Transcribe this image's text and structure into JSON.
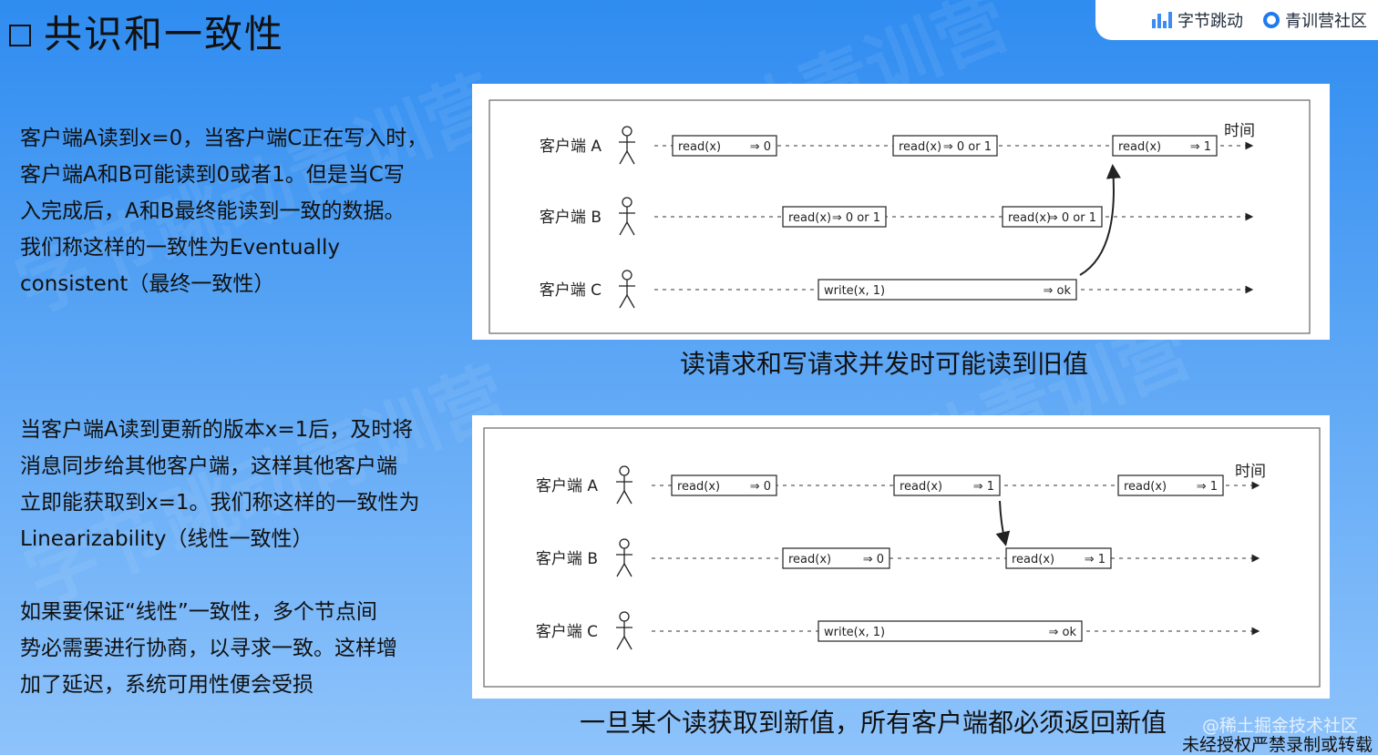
{
  "title": "共识和一致性",
  "brand": {
    "left_label": "字节跳动",
    "right_label": "青训营社区"
  },
  "paragraphs": {
    "eventual": [
      "客户端A读到x=0，当客户端C正在写入时，",
      "客户端A和B可能读到0或者1。但是当C写",
      "入完成后，A和B最终能读到一致的数据。",
      "我们称这样的一致性为Eventually",
      "consistent（最终一致性）"
    ],
    "linear": [
      "当客户端A读到更新的版本x=1后，及时将",
      "消息同步给其他客户端，这样其他客户端",
      "立即能获取到x=1。我们称这样的一致性为",
      "Linearizability（线性一致性）"
    ],
    "cost": [
      "如果要保证“线性”一致性，多个节点间",
      "势必需要进行协商，以寻求一致。这样增",
      "加了延迟，系统可用性便会受损"
    ]
  },
  "diagram1": {
    "time_label": "时间",
    "clients": [
      "客户端 A",
      "客户端 B",
      "客户端 C"
    ],
    "ops": [
      {
        "row": 0,
        "op": "read(x)",
        "result": "⇒ 0"
      },
      {
        "row": 0,
        "op": "read(x)",
        "result": "⇒ 0 or 1"
      },
      {
        "row": 0,
        "op": "read(x)",
        "result": "⇒ 1"
      },
      {
        "row": 1,
        "op": "read(x)",
        "result": "⇒ 0 or 1"
      },
      {
        "row": 1,
        "op": "read(x)",
        "result": "⇒ 0 or 1"
      },
      {
        "row": 2,
        "op": "write(x, 1)",
        "result": "⇒ ok"
      }
    ],
    "caption": "读请求和写请求并发时可能读到旧值"
  },
  "diagram2": {
    "time_label": "时间",
    "clients": [
      "客户端 A",
      "客户端 B",
      "客户端 C"
    ],
    "ops": [
      {
        "row": 0,
        "op": "read(x)",
        "result": "⇒ 0"
      },
      {
        "row": 0,
        "op": "read(x)",
        "result": "⇒ 1"
      },
      {
        "row": 0,
        "op": "read(x)",
        "result": "⇒ 1"
      },
      {
        "row": 1,
        "op": "read(x)",
        "result": "⇒ 0"
      },
      {
        "row": 1,
        "op": "read(x)",
        "result": "⇒ 1"
      },
      {
        "row": 2,
        "op": "write(x, 1)",
        "result": "⇒ ok"
      }
    ],
    "caption": "一旦某个读获取到新值，所有客户端都必须返回新值"
  },
  "footer": {
    "community": "@稀土掘金技术社区",
    "notice": "未经授权严禁录制或转载"
  }
}
